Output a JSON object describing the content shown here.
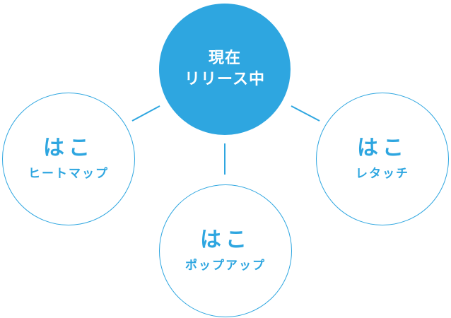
{
  "center": {
    "line1": "現在",
    "line2": "リリース中"
  },
  "products": {
    "left": {
      "brand": "はこ",
      "name": "ヒートマップ"
    },
    "right": {
      "brand": "はこ",
      "name": "レタッチ"
    },
    "bottom": {
      "brand": "はこ",
      "name": "ポップアップ"
    }
  },
  "colors": {
    "accent": "#2ea6e0",
    "background": "#ffffff"
  }
}
